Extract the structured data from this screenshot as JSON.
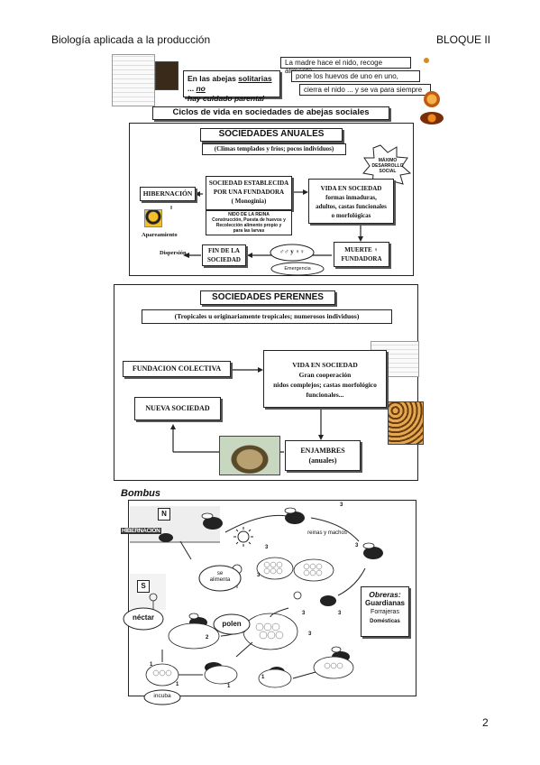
{
  "header": {
    "left": "Biología aplicada a la producción",
    "right": "BLOQUE II"
  },
  "page_number": "2",
  "intro": {
    "solitary_prefix": "En las abejas ",
    "solitary_word": "solitarias",
    "solitary_mid": " ... ",
    "solitary_no": "no",
    "solitary_rest": "hay cuidado parental",
    "steps": [
      "La madre hace el nido, recoge alimento,",
      "pone los huevos de uno en uno,",
      "cierra el nido ... y se va para siempre"
    ]
  },
  "banner": "Ciclos de vida en sociedades de abejas sociales",
  "annual": {
    "title": "SOCIEDADES ANUALES",
    "subtitle": "(Climas templados y fríos; pocos individuos)",
    "starburst": [
      "MÁXIMO",
      "DESARROLLO",
      "SOCIAL"
    ],
    "hibernation": "HIBERNACIÓN",
    "founder": [
      "SOCIEDAD ESTABLECIDA",
      "POR UNA  FUNDADORA",
      "( Monoginia)"
    ],
    "nest_title": "NIDO DE LA REINA",
    "nest_text": [
      "Construcción, Puesta de huevos y",
      "Recolección alimento propio y",
      "para las larvas"
    ],
    "life": [
      "VIDA EN SOCIEDAD",
      "formas inmaduras,",
      "adultos, castas funcionales",
      "o morfológicas"
    ],
    "mating": "Apareamiento",
    "dispersal": "Dispersión",
    "end": [
      "FIN DE LA",
      "SOCIEDAD"
    ],
    "sexes": "♂♂ y ♀♀",
    "emergence": "Emergencia",
    "death": [
      "MUERTE  ♀",
      "FUNDADORA"
    ]
  },
  "perennial": {
    "title": "SOCIEDADES PERENNES",
    "subtitle": "(Tropicales u originariamente tropicales; numerosos individuos)",
    "foundation": "FUNDACION COLECTIVA",
    "life": [
      "VIDA EN SOCIEDAD",
      "Gran cooperación",
      "nidos complejos; castas morfológico",
      "funcionales..."
    ],
    "new_society": "NUEVA SOCIEDAD",
    "swarms": [
      "ENJAMBRES",
      "(anuales)"
    ]
  },
  "bombus": {
    "title": "Bombus",
    "n": "N",
    "s": "S",
    "hibernation": "HIBERNACIÓN",
    "feeds": [
      "se",
      "alimenta"
    ],
    "nectar": "néctar",
    "pollen": "polen",
    "queens_males": "reinas y machos",
    "workers_title": "Obreras:",
    "workers": [
      "Guardianas",
      "Forrajeras",
      "Domésticas"
    ],
    "incubates": "incuba",
    "numbers": [
      "3",
      "3",
      "3",
      "3",
      "3",
      "3",
      "3",
      "1",
      "1",
      "1",
      "1",
      "1",
      "2"
    ]
  }
}
